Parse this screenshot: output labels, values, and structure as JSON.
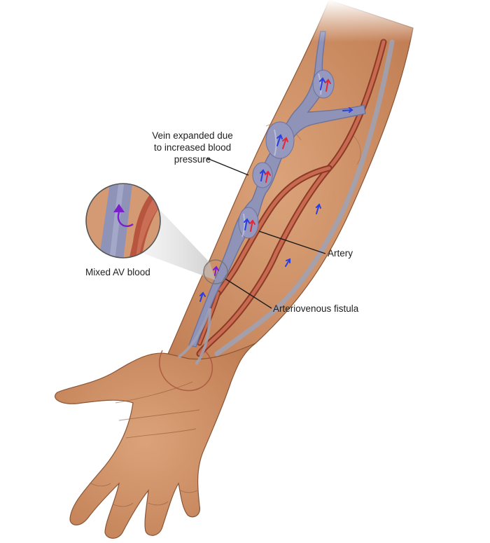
{
  "diagram": {
    "subject": "Arteriovenous fistula in the forearm",
    "labels": {
      "vein_expanded": {
        "line1": "Vein expanded due",
        "line2": "to increased blood",
        "line3": "pressure"
      },
      "artery": "Artery",
      "fistula": "Arteriovenous fistula",
      "mixed_blood": "Mixed AV blood"
    },
    "colors": {
      "skin": "#c98a5e",
      "skin_light": "#e0ae84",
      "skin_outline": "#8a5535",
      "vein": "#8f93b8",
      "vein_dark": "#6e7299",
      "artery": "#b8553e",
      "artery_dark": "#8c3a28",
      "arrow_blue": "#2b3fe0",
      "arrow_red": "#e0283a",
      "arrow_purple": "#7a1fc9",
      "leader_line": "#1a1a1a",
      "callout_ring": "#555555"
    },
    "flow_arrows": [
      "blue-up",
      "red-up",
      "purple-curved"
    ]
  }
}
